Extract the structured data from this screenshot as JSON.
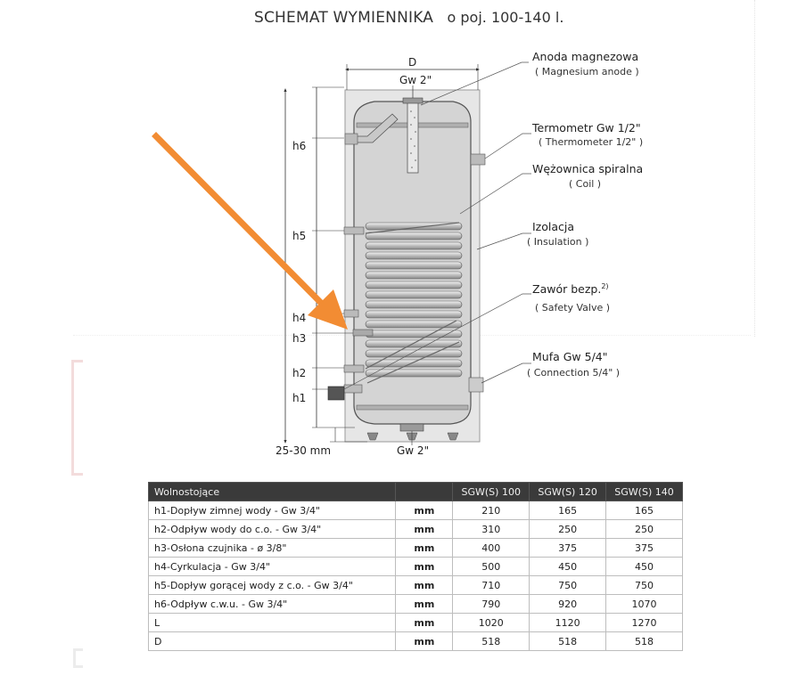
{
  "title": {
    "main": "SCHEMAT WYMIENNIKA",
    "sub": "o poj. 100-140 l."
  },
  "labels": [
    {
      "pl": "Anoda magnezowa",
      "en": "( Magnesium anode )"
    },
    {
      "pl": "Termometr Gw 1/2\"",
      "en": "( Thermometer 1/2\" )"
    },
    {
      "pl": "Wężownica spiralna",
      "en": "( Coil )"
    },
    {
      "pl": "Izolacja",
      "en": "( Insulation )"
    },
    {
      "pl": "Zawór bezp.",
      "sup": "2)",
      "en": "( Safety Valve )"
    },
    {
      "pl": "Mufa Gw 5/4\"",
      "en": "( Connection 5/4\" )"
    }
  ],
  "dimensions": {
    "D": "D",
    "top_conn": "Gw 2\"",
    "bottom_conn": "Gw 2\"",
    "feet": "25-30 mm",
    "heights": [
      "h6",
      "h5",
      "h4",
      "h3",
      "h2",
      "h1"
    ]
  },
  "colors": {
    "arrow": "#f28c33",
    "insulation": "#e6e6e6",
    "tank": "#d4d4d4",
    "header": "#3a3a3a"
  },
  "table": {
    "headers": [
      "Wolnostojące",
      "",
      "SGW(S) 100",
      "SGW(S) 120",
      "SGW(S) 140"
    ],
    "rows": [
      [
        "h1-Dopływ zimnej wody - Gw 3/4\"",
        "mm",
        "210",
        "165",
        "165"
      ],
      [
        "h2-Odpływ wody do c.o. - Gw 3/4\"",
        "mm",
        "310",
        "250",
        "250"
      ],
      [
        "h3-Osłona czujnika - ø 3/8\"",
        "mm",
        "400",
        "375",
        "375"
      ],
      [
        "h4-Cyrkulacja - Gw 3/4\"",
        "mm",
        "500",
        "450",
        "450"
      ],
      [
        "h5-Dopływ gorącej wody z c.o. - Gw 3/4\"",
        "mm",
        "710",
        "750",
        "750"
      ],
      [
        "h6-Odpływ c.w.u. - Gw 3/4\"",
        "mm",
        "790",
        "920",
        "1070"
      ],
      [
        "L",
        "mm",
        "1020",
        "1120",
        "1270"
      ],
      [
        "D",
        "mm",
        "518",
        "518",
        "518"
      ]
    ]
  }
}
